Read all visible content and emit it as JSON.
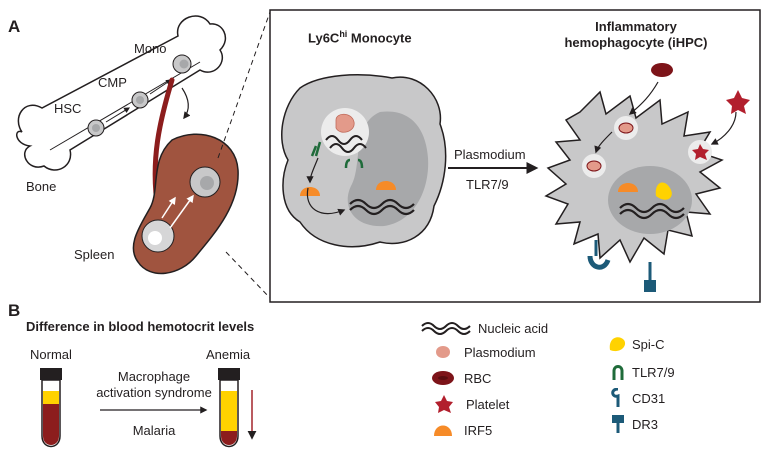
{
  "panels": {
    "a": "A",
    "b": "B"
  },
  "bone": {
    "bone_label": "Bone",
    "hsc_label": "HSC",
    "cmp_label": "CMP",
    "mono_label": "Mono",
    "spleen_label": "Spleen"
  },
  "monocyte": {
    "title_main": "Ly6C",
    "title_sup": "hi",
    "title_rest": " Monocyte"
  },
  "ihpc": {
    "title_line1": "Inflammatory",
    "title_line2": "hemophagocyte (iHPC)"
  },
  "arrow": {
    "top_label": "Plasmodium",
    "bottom_label": "TLR7/9"
  },
  "panel_b": {
    "title": "Difference in blood hemotocrit levels",
    "normal_label": "Normal",
    "anemia_label": "Anemia",
    "process_line1": "Macrophage",
    "process_line2": "activation syndrome",
    "process_below": "Malaria"
  },
  "legend": {
    "nucleic_acid": "Nucleic acid",
    "plasmodium": "Plasmodium",
    "rbc": "RBC",
    "platelet": "Platelet",
    "irf5": "IRF5",
    "spi_c": "Spi-C",
    "tlr79": "TLR7/9",
    "cd31": "CD31",
    "dr3": "DR3"
  },
  "colors": {
    "bone": "#ffffff",
    "cell_gray": "#c8c8c9",
    "nucleus_gray": "#a7a8aa",
    "spleen": "#a0543f",
    "spleen_dark": "#7a3a2a",
    "blood": "#8c1d1d",
    "rbc": "#7d1419",
    "plasmodium": "#e39a8a",
    "platelet": "#b21f2d",
    "irf5": "#f68b28",
    "spi_c": "#ffd200",
    "tlr": "#1f6b3a",
    "receptor": "#1c5a78",
    "anemia_arrow": "#a3242b"
  }
}
